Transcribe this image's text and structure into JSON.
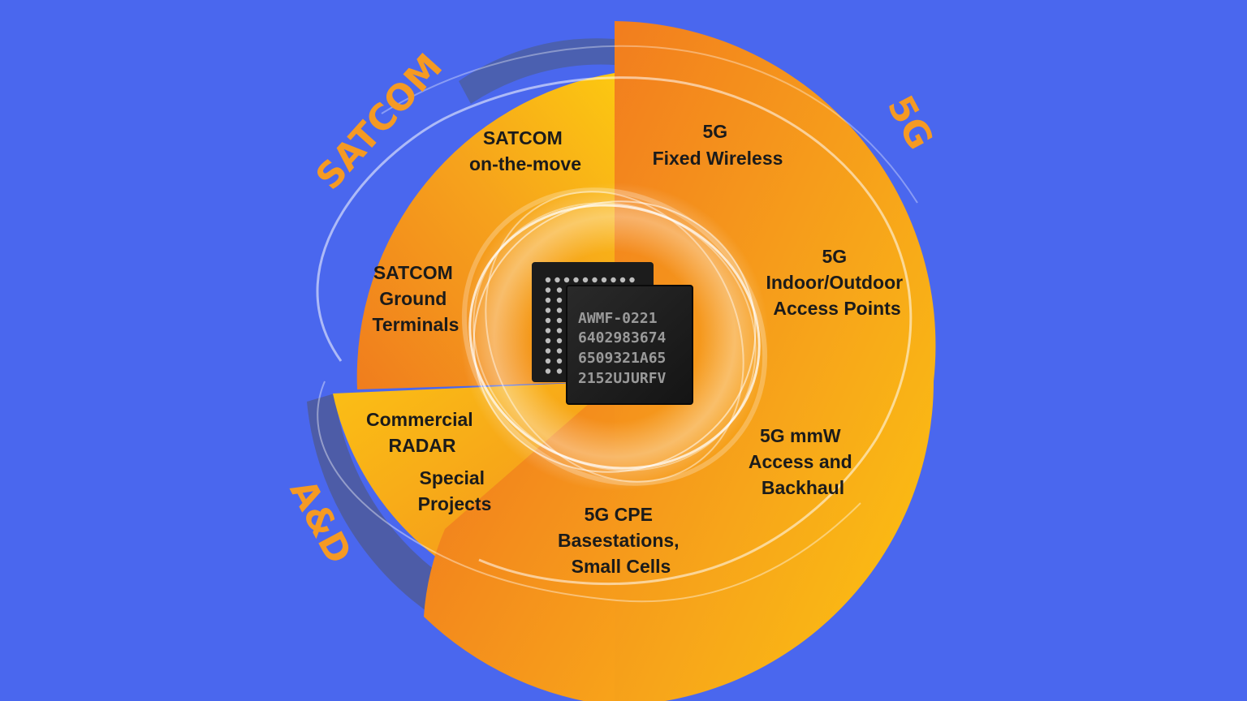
{
  "diagram": {
    "categories": {
      "satcom": "SATCOM",
      "fiveg": "5G",
      "ad": "A&D"
    },
    "segments": {
      "satcom_otm": [
        "SATCOM",
        "on-the-move"
      ],
      "satcom_ground": [
        "SATCOM",
        "Ground",
        "Terminals"
      ],
      "radar": [
        "Commercial",
        "RADAR"
      ],
      "special": [
        "Special",
        "Projects"
      ],
      "fixed_wireless": [
        "5G",
        "Fixed Wireless"
      ],
      "access_points": [
        "5G",
        "Indoor/Outdoor",
        "Access Points"
      ],
      "mmw": [
        "5G mmW",
        "Access and",
        "Backhaul"
      ],
      "cpe": [
        "5G CPE",
        "Basestations,",
        "Small Cells"
      ]
    },
    "chip": {
      "lines": [
        "AWMF-0221",
        "6402983674",
        "6509321A65",
        "2152UJURFV"
      ]
    },
    "colors": {
      "background": "#4a67ee",
      "orange": "#f3821e",
      "yellow": "#fbc310",
      "category_text": "#f59a23"
    }
  }
}
